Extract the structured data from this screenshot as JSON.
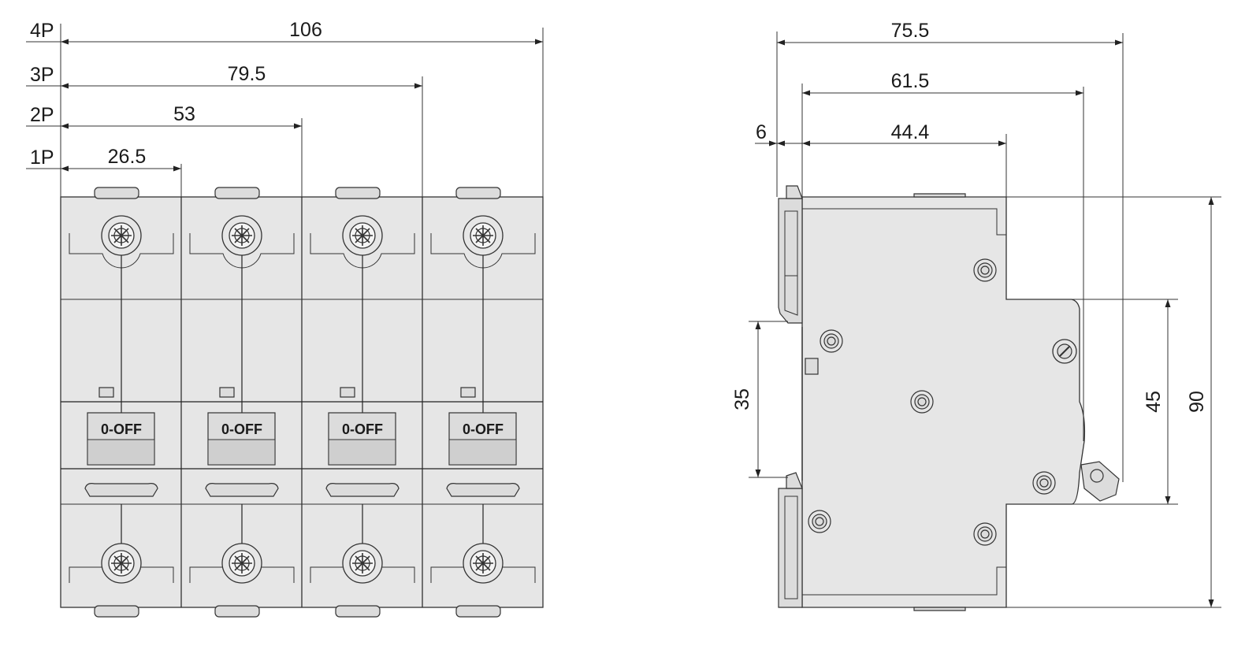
{
  "front_view": {
    "pole_labels": [
      "4P",
      "3P",
      "2P",
      "1P"
    ],
    "pole_widths": [
      "106",
      "79.5",
      "53",
      "26.5"
    ],
    "handle_label": "0-OFF"
  },
  "side_view": {
    "widths": [
      "75.5",
      "61.5",
      "44.4"
    ],
    "offset": "6",
    "heights": {
      "din_rail": "35",
      "front": "45",
      "total": "90"
    }
  },
  "colors": {
    "body": "#e6e6e6",
    "line": "#222222"
  }
}
